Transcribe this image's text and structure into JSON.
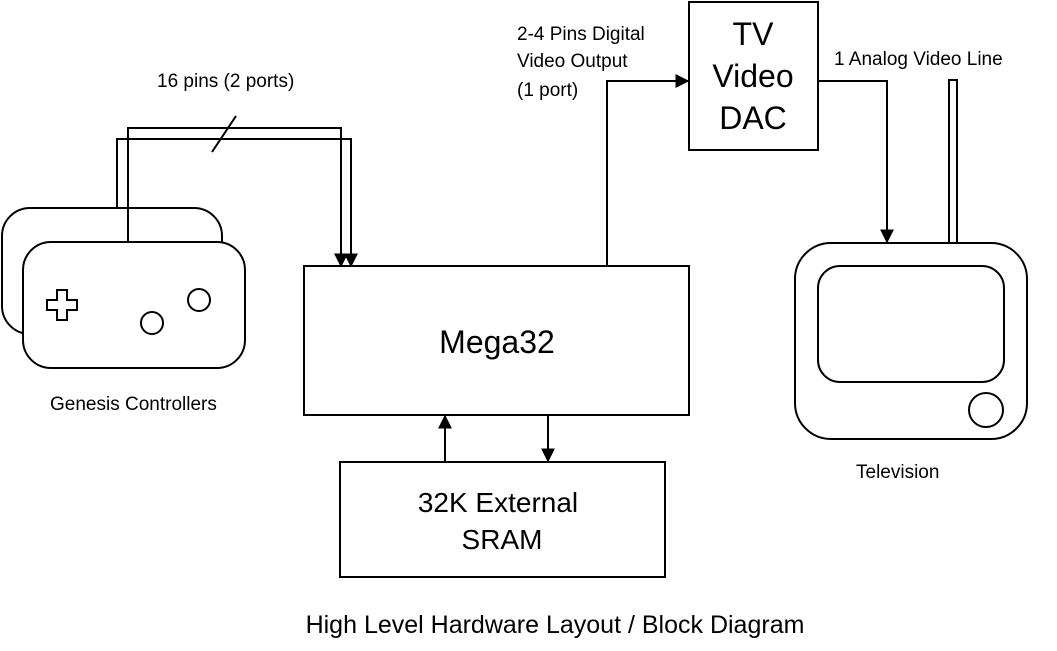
{
  "labels": {
    "bus_width": "16 pins (2 ports)",
    "digital_output_line1": "2-4 Pins Digital",
    "digital_output_line2": "Video Output",
    "digital_output_line3": "(1 port)",
    "dac_line1": "TV",
    "dac_line2": "Video",
    "dac_line3": "DAC",
    "analog_line": "1 Analog Video Line",
    "mcu": "Mega32",
    "sram_line1": "32K External",
    "sram_line2": "SRAM",
    "controllers": "Genesis Controllers",
    "television": "Television",
    "caption": "High Level Hardware Layout / Block Diagram"
  }
}
